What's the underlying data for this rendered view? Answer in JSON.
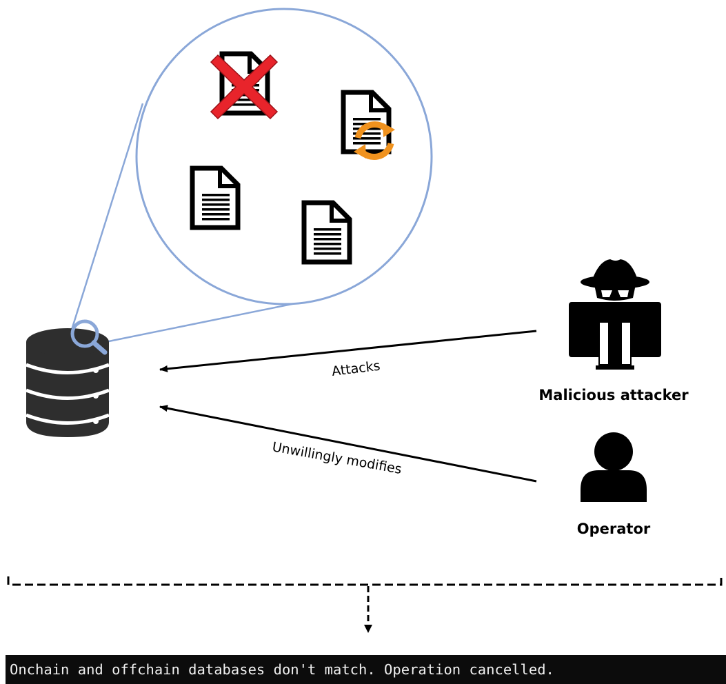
{
  "actors": {
    "attacker_label": "Malicious attacker",
    "operator_label": "Operator"
  },
  "edges": {
    "attacks_label": "Attacks",
    "modifies_label": "Unwillingly modifies"
  },
  "terminal": {
    "message": "Onchain and offchain databases don't match. Operation cancelled."
  },
  "colors": {
    "magnifier": "#8aa7d8",
    "delete_mark": "#e8242b",
    "refresh": "#f0921e",
    "terminal_bg": "#0c0c0c",
    "icon_dark": "#2e2e2e"
  },
  "icons": {
    "database": "database-icon",
    "attacker": "spy-icon",
    "operator": "person-icon",
    "documents": [
      "deleted-document-icon",
      "modified-document-icon",
      "document-icon",
      "document-icon"
    ]
  }
}
